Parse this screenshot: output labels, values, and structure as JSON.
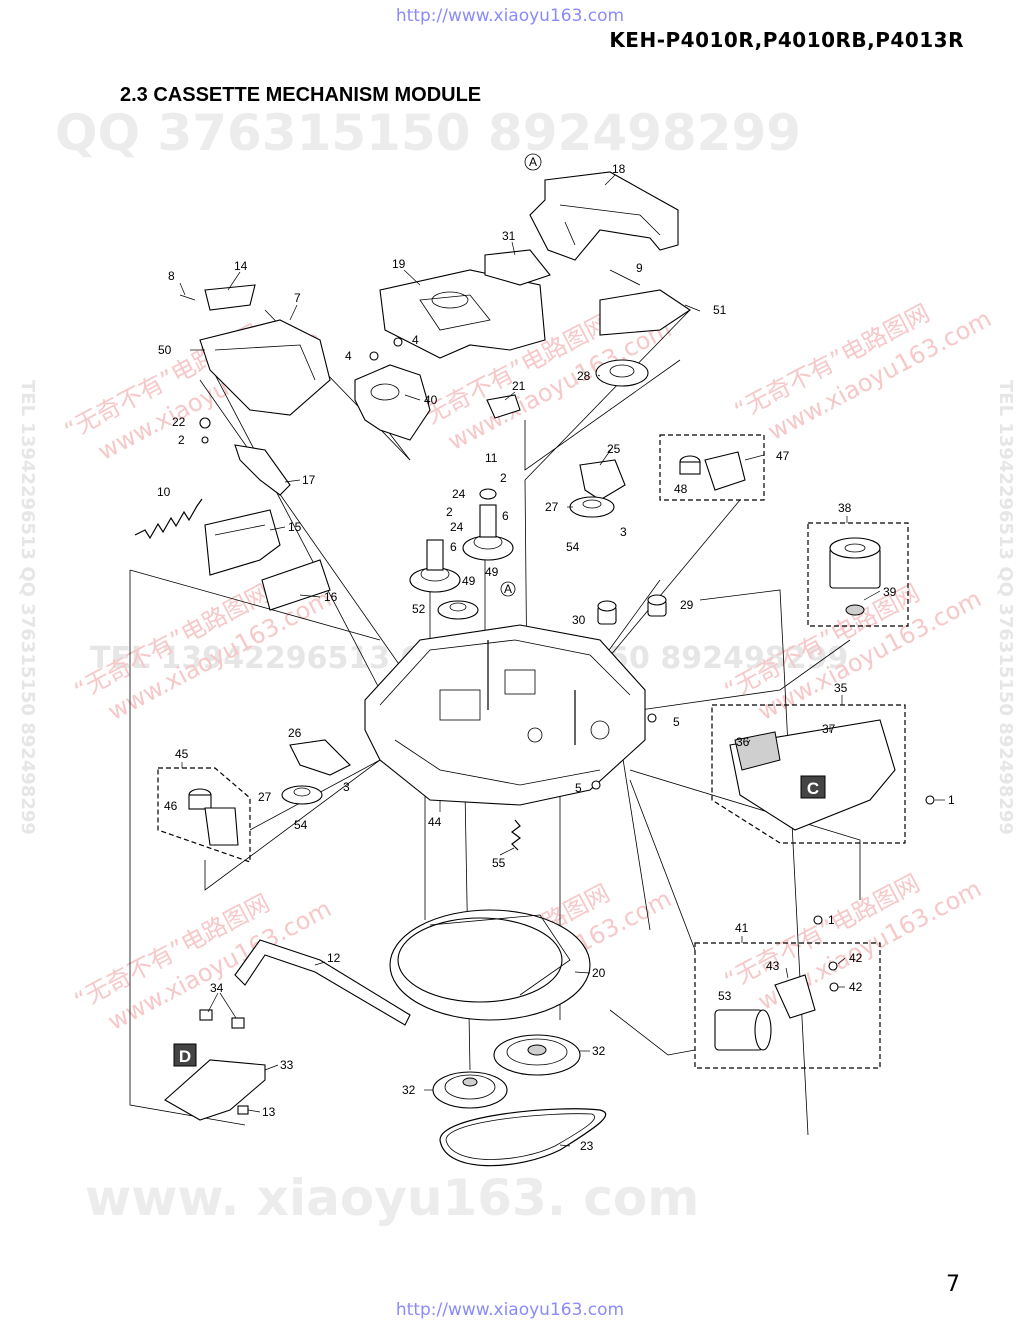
{
  "header": {
    "url_top": "http://www.xiaoyu163.com",
    "model": "KEH-P4010R,P4010RB,P4013R",
    "section_title": "2.3 CASSETTE MECHANISM MODULE"
  },
  "watermarks": {
    "qq_line": "QQ 376315150   892498299",
    "tel_line": "TEL 13942296513   QQ 376315150   892498299",
    "site_pink": "www.xiaoyu163.com",
    "cn_text": "“无奇不有”电路图网",
    "site_bottom": "www. xiaoyu163. com",
    "side_right": "TEL 13942296513  QQ 376315150  892498299",
    "side_left": "TEL 13942296513  QQ 376315150  892498299"
  },
  "diagram": {
    "callouts": [
      "1",
      "2",
      "3",
      "4",
      "5",
      "6",
      "7",
      "8",
      "9",
      "10",
      "11",
      "12",
      "13",
      "14",
      "15",
      "16",
      "17",
      "18",
      "19",
      "20",
      "21",
      "22",
      "23",
      "24",
      "25",
      "26",
      "27",
      "28",
      "29",
      "30",
      "31",
      "32",
      "33",
      "34",
      "35",
      "36",
      "37",
      "38",
      "39",
      "40",
      "41",
      "42",
      "43",
      "44",
      "45",
      "46",
      "47",
      "48",
      "49",
      "50",
      "51",
      "52",
      "53",
      "54",
      "55"
    ],
    "reference_marks": [
      "A",
      "C",
      "D"
    ]
  },
  "footer": {
    "page_number": "7",
    "url_bottom": "http://www.xiaoyu163.com"
  }
}
